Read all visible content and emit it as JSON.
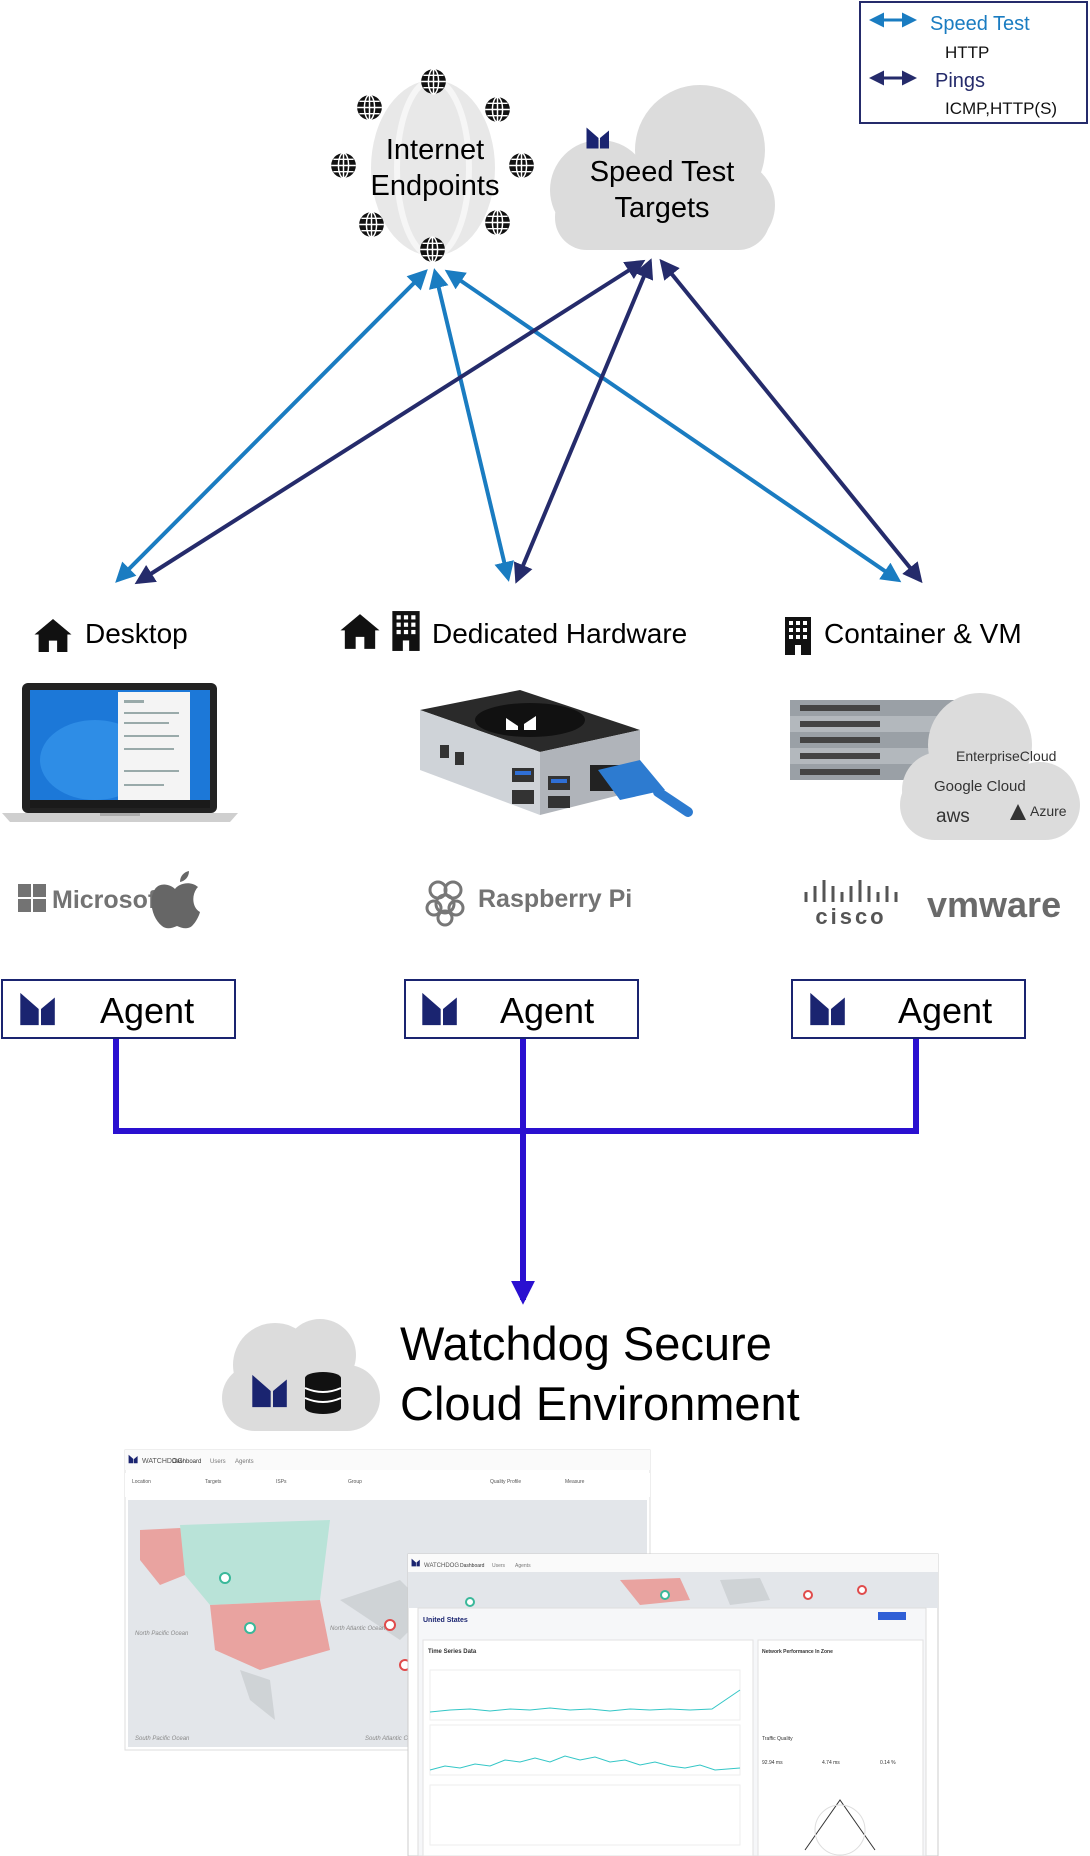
{
  "legend": {
    "speed_test_label": "Speed Test",
    "speed_test_proto": "HTTP",
    "pings_label": "Pings",
    "pings_proto": "ICMP,HTTP(S)"
  },
  "internet": {
    "line1": "Internet",
    "line2": "Endpoints"
  },
  "speed_targets": {
    "line1": "Speed Test",
    "line2": "Targets"
  },
  "categories": {
    "desktop": "Desktop",
    "dedicated": "Dedicated Hardware",
    "container": "Container & VM"
  },
  "brands": {
    "microsoft": "Microsoft",
    "raspberry": "Raspberry Pi",
    "cisco": "cisco",
    "vmware": "vmware",
    "enterprise_cloud": "EnterpriseCloud",
    "google_cloud": "Google Cloud",
    "aws": "aws",
    "azure": "Azure"
  },
  "agents": [
    "Agent",
    "Agent",
    "Agent"
  ],
  "cloud_env": {
    "line1": "Watchdog Secure",
    "line2": "Cloud Environment"
  },
  "dashboard": {
    "brand": "WATCHDOG",
    "tabs": [
      "Dashboard",
      "Users",
      "Agents"
    ],
    "filters": [
      "Location",
      "Targets",
      "ISPs",
      "Group",
      "Quality Profile",
      "Measure"
    ],
    "panel_title": "United States",
    "panel_section": "Time Series Data",
    "right_title": "Network Performance In Zone",
    "traffic": "Traffic Quality",
    "ocean1": "North Pacific Ocean",
    "ocean2": "North Atlantic Ocean",
    "ocean3": "South Pacific Ocean",
    "ocean4": "South Atlantic Ocean",
    "val_latency": "92.94 ms",
    "val_jitter": "4.74 ms",
    "val_loss": "0.14 %"
  },
  "colors": {
    "speed_arrow": "#1a7cc1",
    "ping_arrow": "#252b6b",
    "agent_line": "#2a10d0",
    "logo_navy": "#1a2470",
    "cloud": "#dcdcdc"
  }
}
